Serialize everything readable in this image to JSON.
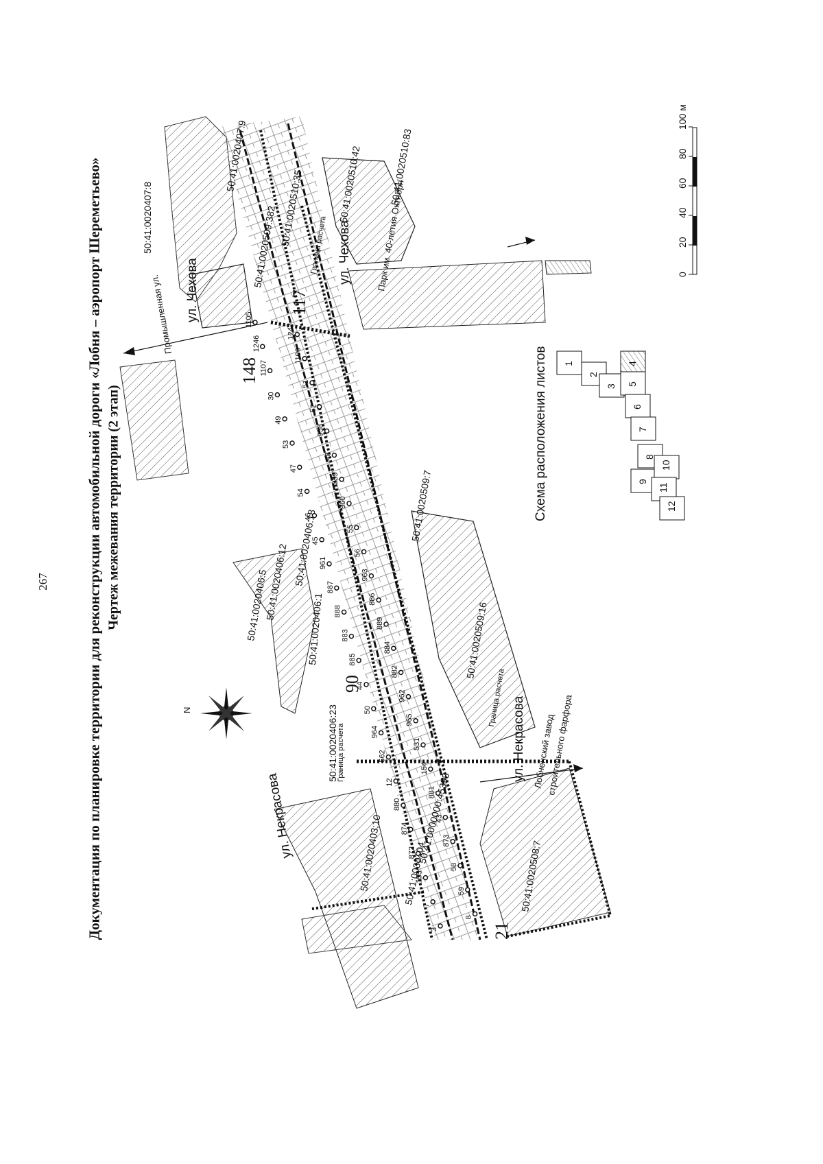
{
  "page": {
    "number": "267",
    "title": "Документация по планировке территории для реконструкции автомобильной дороги «Лобня – аэропорт Шереметьево»",
    "subtitle": "Чертеж межевания территории (2 этап)"
  },
  "streets": {
    "chekhova_top": "ул. Чехова",
    "chekhova_right": "ул. Чехова",
    "promyshlennaya": "Промышленная ул.",
    "nekrasova_left": "ул. Некрасова",
    "nekrasova_right": "ул. Некрасова",
    "park": "Парк им. 40-летия Октября",
    "factory_line1": "Лобненский завод",
    "factory_line2": "строительного фарфора"
  },
  "calc_boundary": [
    "Граница расчета",
    "Граница расчета",
    "Граница расчета"
  ],
  "cadastral": [
    "50:41:0020407:8",
    "50:41:0020407:9",
    "50:41:0020509:382",
    "50:41:0020510:35",
    "50:41:0020510:42",
    "50:41:0020510:83",
    "50:41:0020509:7",
    "50:41:0020406:5",
    "50:41:0020406:12",
    "50:41:0020406:18",
    "50:41:0020406:1",
    "50:41:0020509:16",
    "50:41:0020406:23",
    "50:41:0020403:10",
    "50:41:0000000:45393",
    "50:41:0020508:7",
    "50:41:0030404"
  ],
  "big_numbers": [
    "148",
    "117",
    "90",
    "21"
  ],
  "point_numbers": [
    "1105",
    "1247",
    "1246",
    "1106",
    "1107",
    "51",
    "30",
    "52",
    "49",
    "958",
    "53",
    "48",
    "47",
    "959",
    "54",
    "960",
    "46",
    "55",
    "45",
    "56",
    "961",
    "963",
    "887",
    "886",
    "888",
    "889",
    "883",
    "884",
    "885",
    "882",
    "44",
    "962",
    "50",
    "965",
    "964",
    "531",
    "562",
    "154",
    "12",
    "881",
    "880",
    "43",
    "874",
    "873",
    "872",
    "58",
    "155",
    "59",
    "7",
    "8",
    "3"
  ],
  "scheme": {
    "title": "Схема расположения листов",
    "sheets": [
      "1",
      "2",
      "3",
      "4",
      "5",
      "6",
      "7",
      "8",
      "9",
      "10",
      "11",
      "12"
    ],
    "highlighted": "4"
  },
  "scale": {
    "ticks": [
      "0",
      "20",
      "40",
      "60",
      "80",
      "100 м"
    ]
  },
  "north": "N"
}
